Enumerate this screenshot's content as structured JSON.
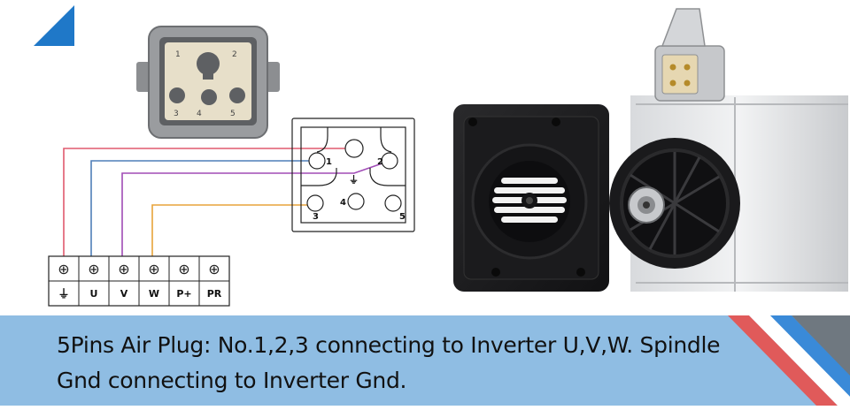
{
  "colors": {
    "accent_triangle": "#1f78c8",
    "bottom_bar": "#8fbde3",
    "wire_red": "#e05a6e",
    "wire_blue": "#4f7fb8",
    "wire_purple": "#a04bb6",
    "wire_orange": "#e8a33a",
    "stripe_red": "#e05a5a",
    "stripe_white": "#ffffff",
    "stripe_blue": "#3a8ad8",
    "stripe_grey": "#6f7880"
  },
  "connector_socket": {
    "pin_labels": [
      "1",
      "2",
      "3",
      "4",
      "5"
    ]
  },
  "pin_diagram": {
    "pin_labels": [
      "1",
      "2",
      "3",
      "4",
      "5"
    ],
    "ground_symbol": "⏚"
  },
  "terminal_block": {
    "symbols": [
      "⊕",
      "⊕",
      "⊕",
      "⊕",
      "⊕",
      "⊕"
    ],
    "labels": [
      "⏚",
      "U",
      "V",
      "W",
      "P+",
      "PR"
    ]
  },
  "caption": {
    "text": "5Pins Air Plug: No.1,2,3 connecting to Inverter U,V,W. Spindle Gnd connecting to Inverter Gnd."
  }
}
